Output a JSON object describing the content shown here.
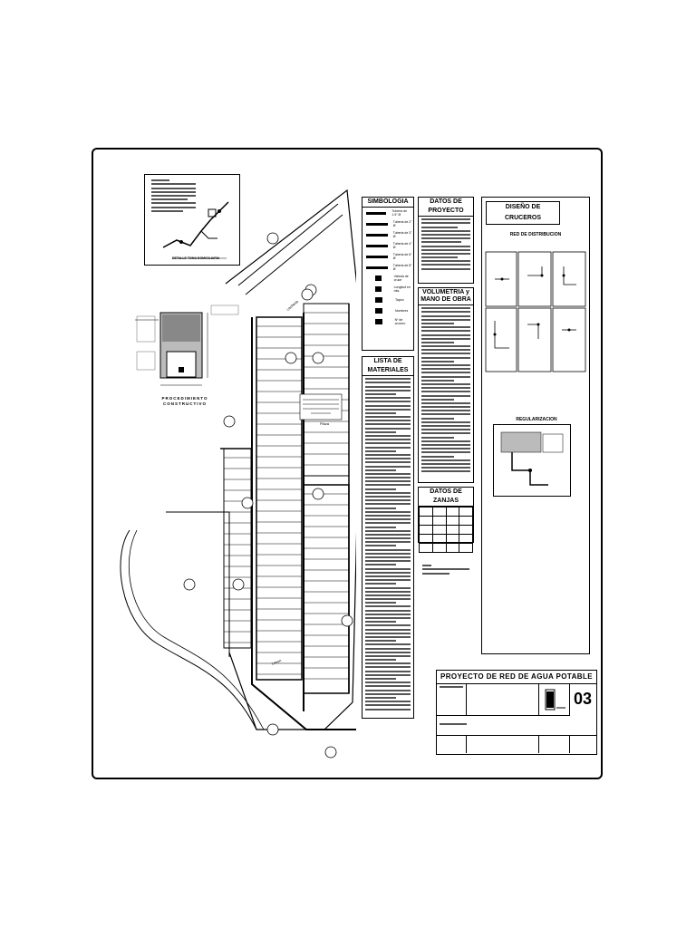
{
  "detail": {
    "caption": "DETALLE TOMA DOMICILIARIA"
  },
  "procedure": {
    "caption": "PROCEDIMIENTO CONSTRUCTIVO"
  },
  "legend": {
    "title": "SIMBOLOGIA",
    "items": [
      "Tuberia de 1.5\" Ø",
      "Tuberia de 2\" Ø",
      "Tuberia de 3\" Ø",
      "Tuberia de 4\" Ø",
      "Tuberia de 6\" Ø",
      "Tuberia de 8\" Ø",
      "Valvula de cruce",
      "Longitud en mts.",
      "Tapón",
      "Nombres",
      "Nº de crucero"
    ]
  },
  "project_data": {
    "title": "DATOS DE PROYECTO"
  },
  "volumetry": {
    "title": "VOLUMETRIA y MANO DE OBRA"
  },
  "materials": {
    "title": "LISTA DE MATERIALES"
  },
  "trenches": {
    "title": "DATOS DE ZANJAS"
  },
  "crossings": {
    "title": "DISEÑO DE CRUCEROS",
    "subtitle": "RED DE DISTRIBUCION",
    "reg_title": "REGULARIZACION"
  },
  "titleblock": {
    "project": "PROYECTO DE RED DE AGUA POTABLE",
    "sheet": "03"
  },
  "streets": [
    "Lecheria",
    "Plaza",
    "Limon"
  ]
}
